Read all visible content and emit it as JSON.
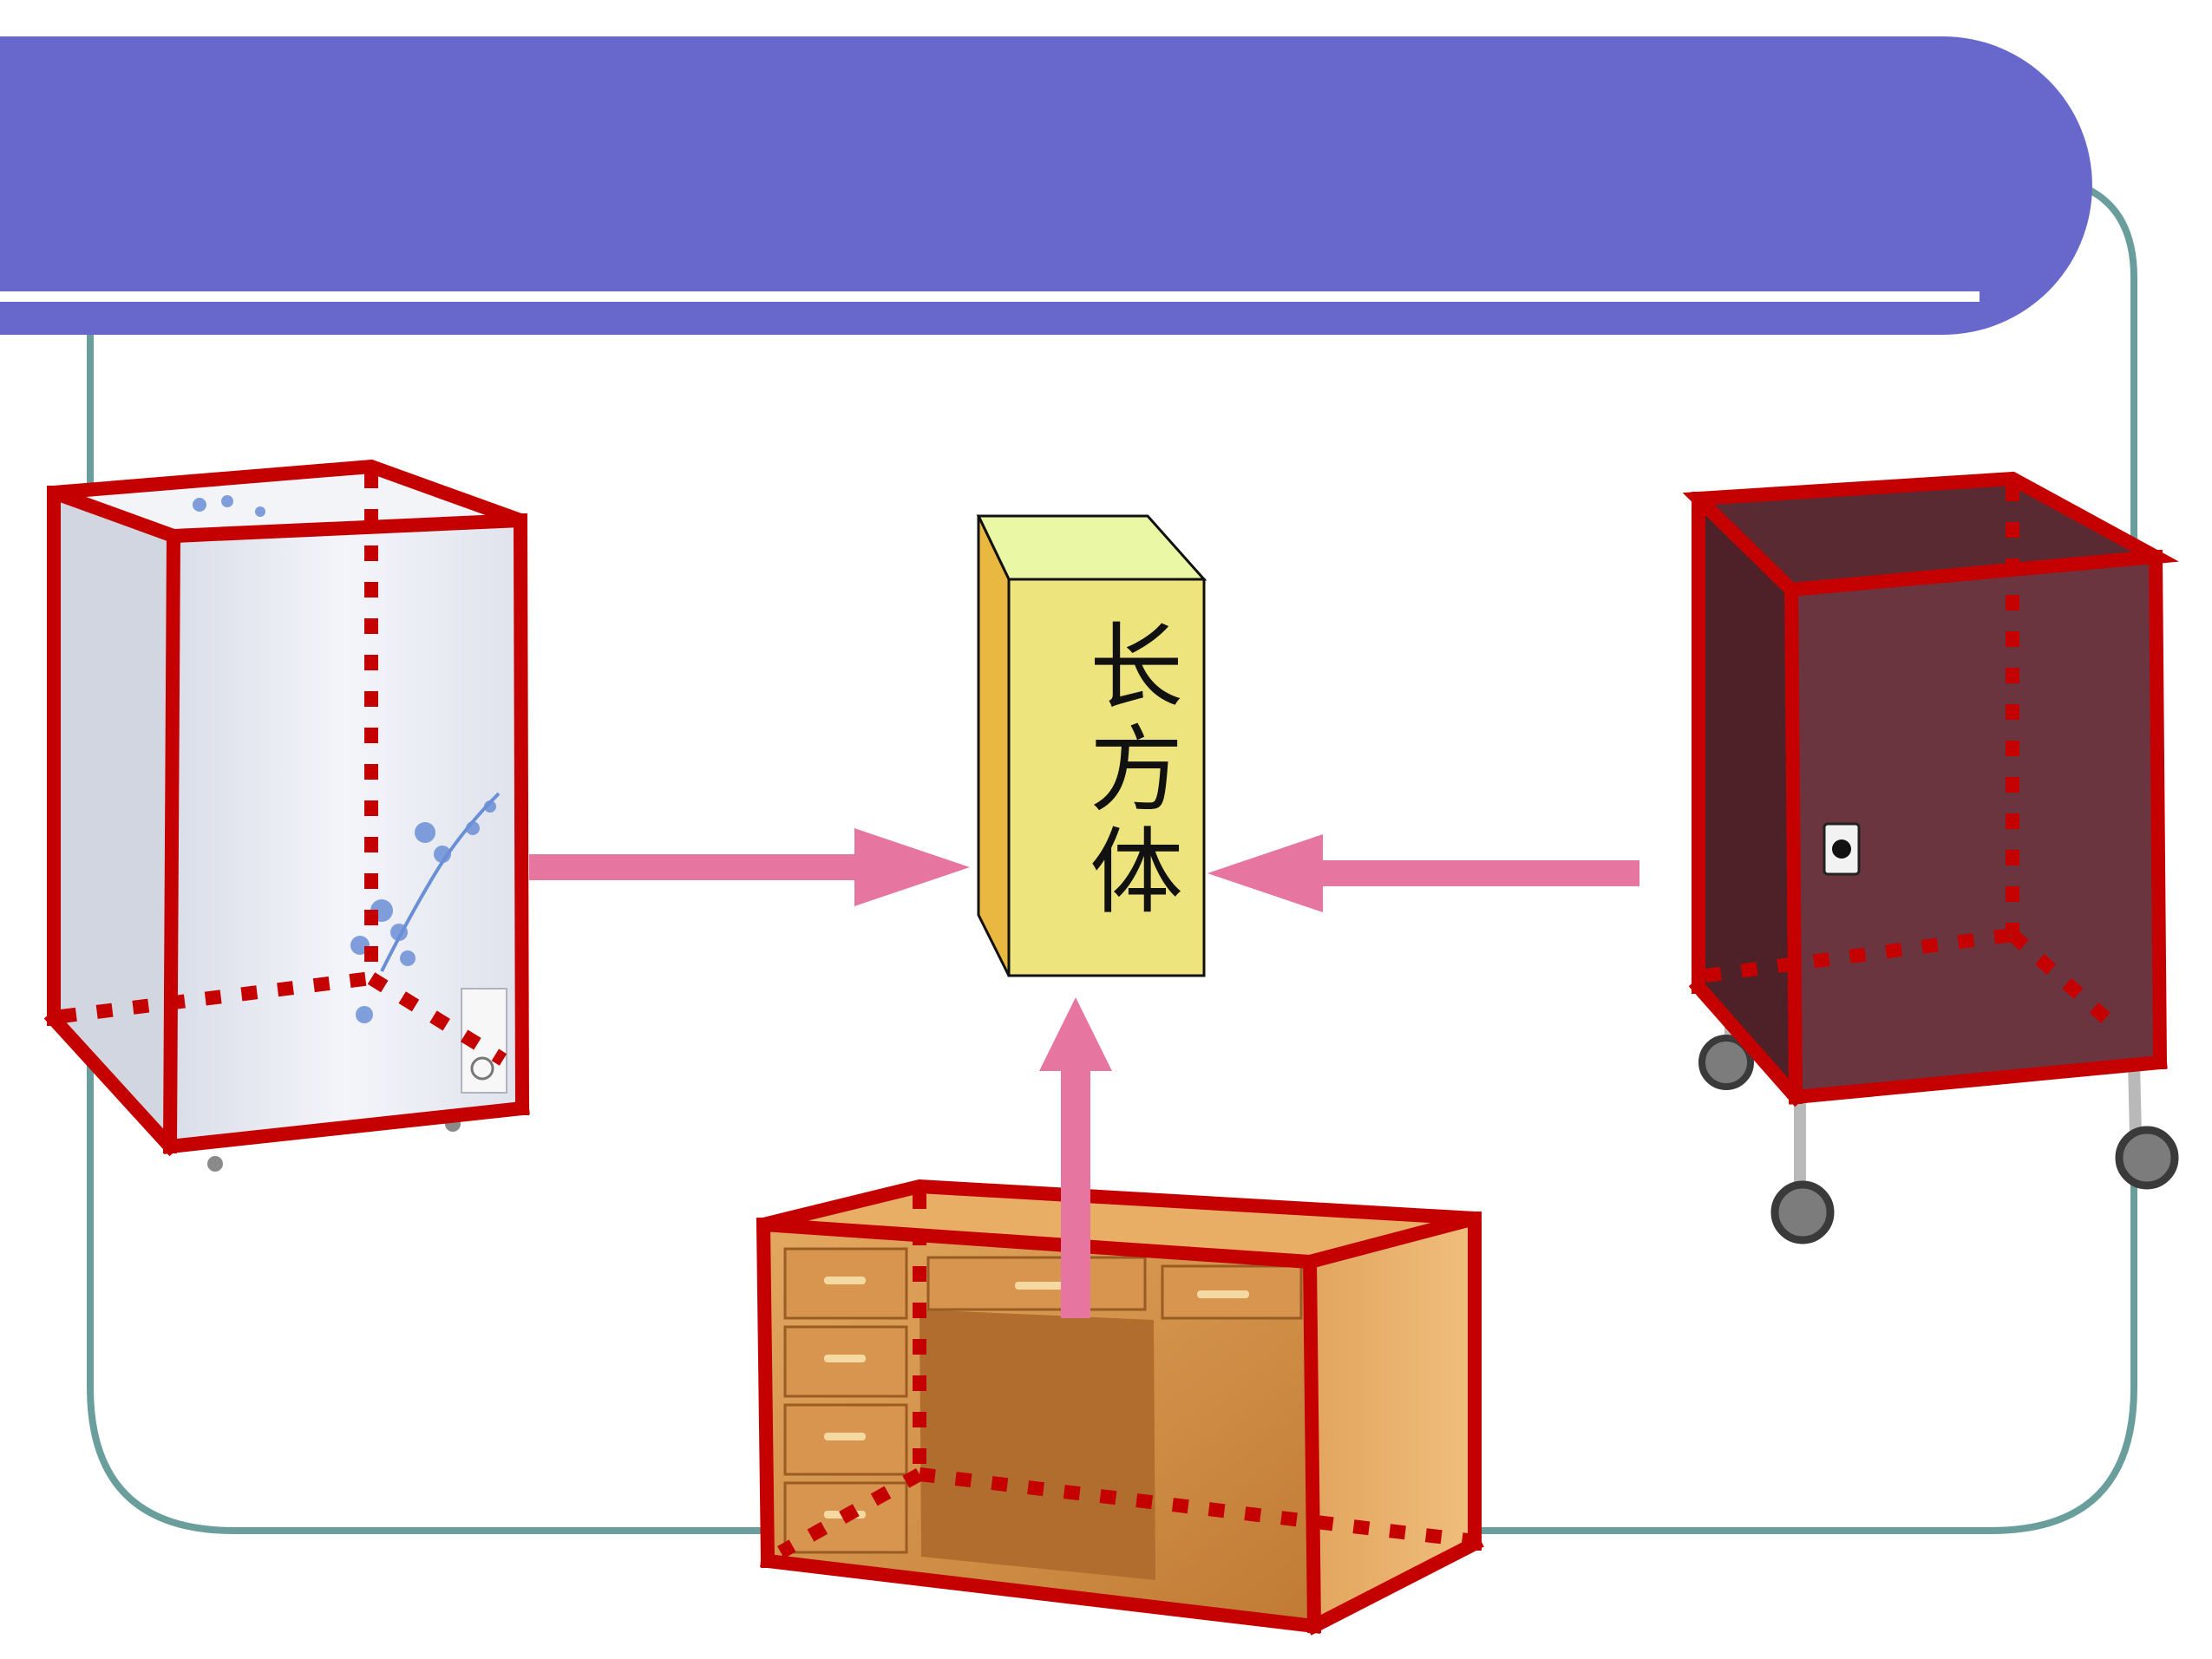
{
  "label": {
    "chars": [
      "长",
      "方",
      "体"
    ]
  },
  "colors": {
    "banner": "#6868CC",
    "frame": "#6A9E9C",
    "edge_red": "#C40000",
    "arrow": "#E676A0",
    "box_front": "#EEE47E",
    "box_top": "#EAF8A6",
    "box_side": "#E9B840"
  },
  "objects": [
    {
      "name": "freezer"
    },
    {
      "name": "desk"
    },
    {
      "name": "cabinet"
    }
  ]
}
